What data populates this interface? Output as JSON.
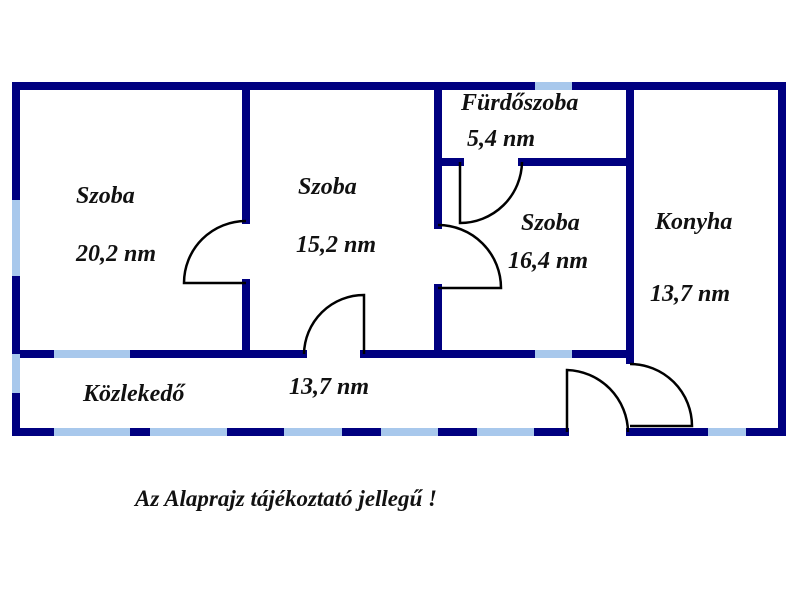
{
  "colors": {
    "wall": "#000080",
    "window": "#a8c8ec",
    "door_swing": "#000000",
    "background": "#ffffff",
    "text": "#111111"
  },
  "rooms": [
    {
      "id": "szoba-1",
      "name": "Szoba",
      "area": "20,2 nm"
    },
    {
      "id": "szoba-2",
      "name": "Szoba",
      "area": "15,2 nm"
    },
    {
      "id": "furdoszoba",
      "name": "Fürdőszoba",
      "area": "5,4 nm"
    },
    {
      "id": "szoba-3",
      "name": "Szoba",
      "area": "16,4 nm"
    },
    {
      "id": "konyha",
      "name": "Konyha",
      "area": "13,7 nm"
    },
    {
      "id": "kozlekedo",
      "name": "Közlekedő",
      "area": "13,7 nm"
    }
  ],
  "footer": {
    "note": "Az Alaprajz tájékoztató jellegű !"
  }
}
